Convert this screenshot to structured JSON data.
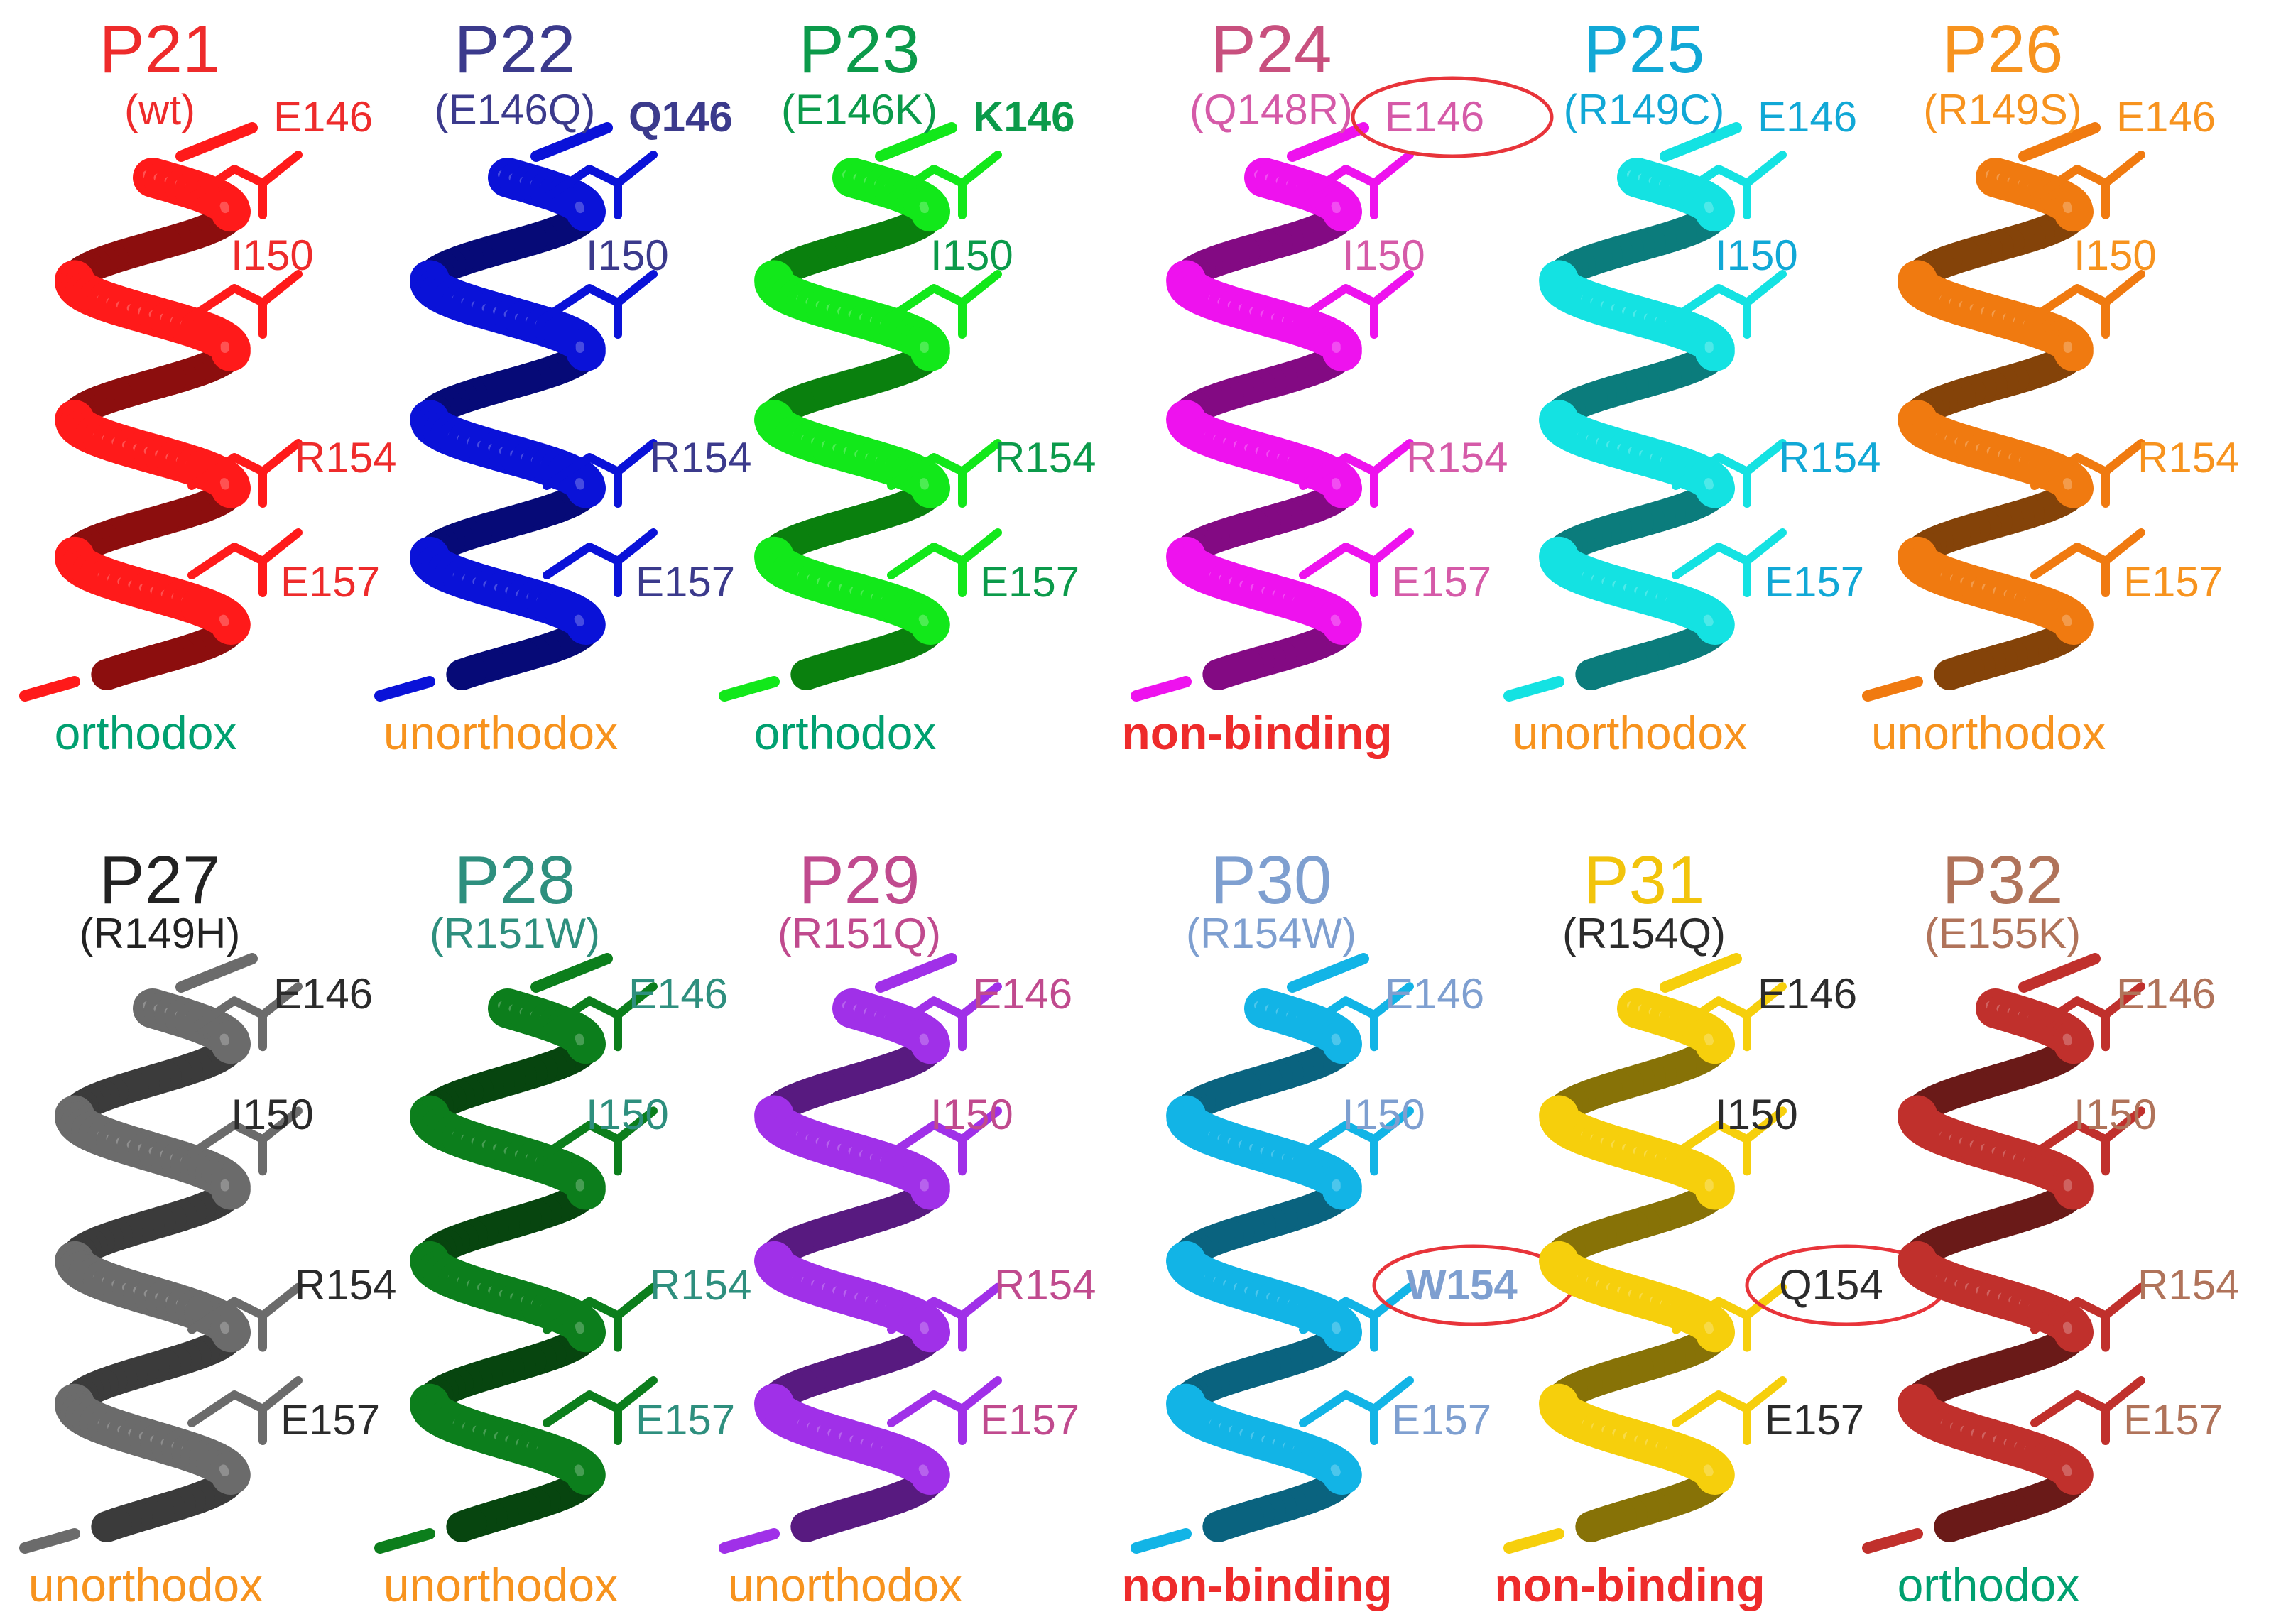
{
  "colors": {
    "orthodox": "#00a070",
    "unorthodox": "#f7931e",
    "non_binding": "#ee2b2b",
    "highlight_ring": "#e8343a"
  },
  "panels": [
    {
      "id": "P21",
      "mutation": "(wt)",
      "class": "orthodox",
      "helix_color": "#ff1a1a",
      "label_color": "#ee2b2b",
      "id_color": "#ee2b2b",
      "mut_color": "#ee2b2b",
      "residues": {
        "r146": "E146",
        "r150": "I150",
        "r154": "R154",
        "r157": "E157"
      }
    },
    {
      "id": "P22",
      "mutation": "(E146Q)",
      "class": "unorthodox",
      "helix_color": "#0a12d8",
      "label_color": "#3b3a8c",
      "id_color": "#3b3a8c",
      "mut_color": "#3b3a8c",
      "residues": {
        "r146": "Q146",
        "r150": "I150",
        "r154": "R154",
        "r157": "E157"
      }
    },
    {
      "id": "P23",
      "mutation": "(E146K)",
      "class": "orthodox",
      "helix_color": "#12e81a",
      "label_color": "#0b9a4a",
      "id_color": "#0b9a4a",
      "mut_color": "#0b9a4a",
      "residues": {
        "r146": "K146",
        "r150": "I150",
        "r154": "R154",
        "r157": "E157"
      }
    },
    {
      "id": "P24",
      "mutation": "(Q148R)",
      "class": "non-binding",
      "helix_color": "#ee12ee",
      "label_color": "#d55aa8",
      "id_color": "#c8507e",
      "mut_color": "#d55aa8",
      "residues": {
        "r146": "E146",
        "r150": "I150",
        "r154": "R154",
        "r157": "E157"
      }
    },
    {
      "id": "P25",
      "mutation": "(R149C)",
      "class": "unorthodox",
      "helix_color": "#14e2e2",
      "label_color": "#11a8d6",
      "id_color": "#11a8d6",
      "mut_color": "#11a8d6",
      "residues": {
        "r146": "E146",
        "r150": "I150",
        "r154": "R154",
        "r157": "E157"
      }
    },
    {
      "id": "P26",
      "mutation": "(R149S)",
      "class": "unorthodox",
      "helix_color": "#f07a10",
      "label_color": "#f7931e",
      "id_color": "#f7931e",
      "mut_color": "#f7931e",
      "residues": {
        "r146": "E146",
        "r150": "I150",
        "r154": "R154",
        "r157": "E157"
      }
    },
    {
      "id": "P27",
      "mutation": "(R149H)",
      "class": "unorthodox",
      "helix_color": "#6b6b6b",
      "label_color": "#2b2b2b",
      "id_color": "#222222",
      "mut_color": "#222222",
      "residues": {
        "r146": "E146",
        "r150": "I150",
        "r154": "R154",
        "r157": "E157"
      }
    },
    {
      "id": "P28",
      "mutation": "(R151W)",
      "class": "unorthodox",
      "helix_color": "#0c7e1c",
      "label_color": "#2e8f7e",
      "id_color": "#2e8f7e",
      "mut_color": "#2e8f7e",
      "residues": {
        "r146": "E146",
        "r150": "I150",
        "r154": "R154",
        "r157": "E157"
      }
    },
    {
      "id": "P29",
      "mutation": "(R151Q)",
      "class": "unorthodox",
      "helix_color": "#a030e8",
      "label_color": "#c04a8e",
      "id_color": "#c04a8e",
      "mut_color": "#c04a8e",
      "residues": {
        "r146": "E146",
        "r150": "I150",
        "r154": "R154",
        "r157": "E157"
      }
    },
    {
      "id": "P30",
      "mutation": "(R154W)",
      "class": "non-binding",
      "helix_color": "#12b4e6",
      "label_color": "#7e9fd0",
      "id_color": "#7e9fd0",
      "mut_color": "#7e9fd0",
      "residues": {
        "r146": "E146",
        "r150": "I150",
        "r154": "W154",
        "r157": "E157"
      }
    },
    {
      "id": "P31",
      "mutation": "(R154Q)",
      "class": "non-binding",
      "helix_color": "#f6cf0c",
      "label_color": "#2b2b2b",
      "id_color": "#f2c40c",
      "mut_color": "#2b2b2b",
      "residues": {
        "r146": "E146",
        "r150": "I150",
        "r154": "Q154",
        "r157": "E157"
      }
    },
    {
      "id": "P32",
      "mutation": "(E155K)",
      "class": "orthodox",
      "helix_color": "#c0302c",
      "label_color": "#b0735a",
      "id_color": "#b0735a",
      "mut_color": "#b0735a",
      "residues": {
        "r146": "E146",
        "r150": "I150",
        "r154": "R154",
        "r157": "E157"
      }
    }
  ],
  "class_labels": {
    "orthodox": "orthodox",
    "unorthodox": "unorthodox",
    "non-binding": "non-binding"
  },
  "bold_residues": [
    "Q146",
    "K146",
    "W154"
  ],
  "circled_residues": {
    "P24": "r146",
    "P30": "r154",
    "P31": "r154"
  }
}
